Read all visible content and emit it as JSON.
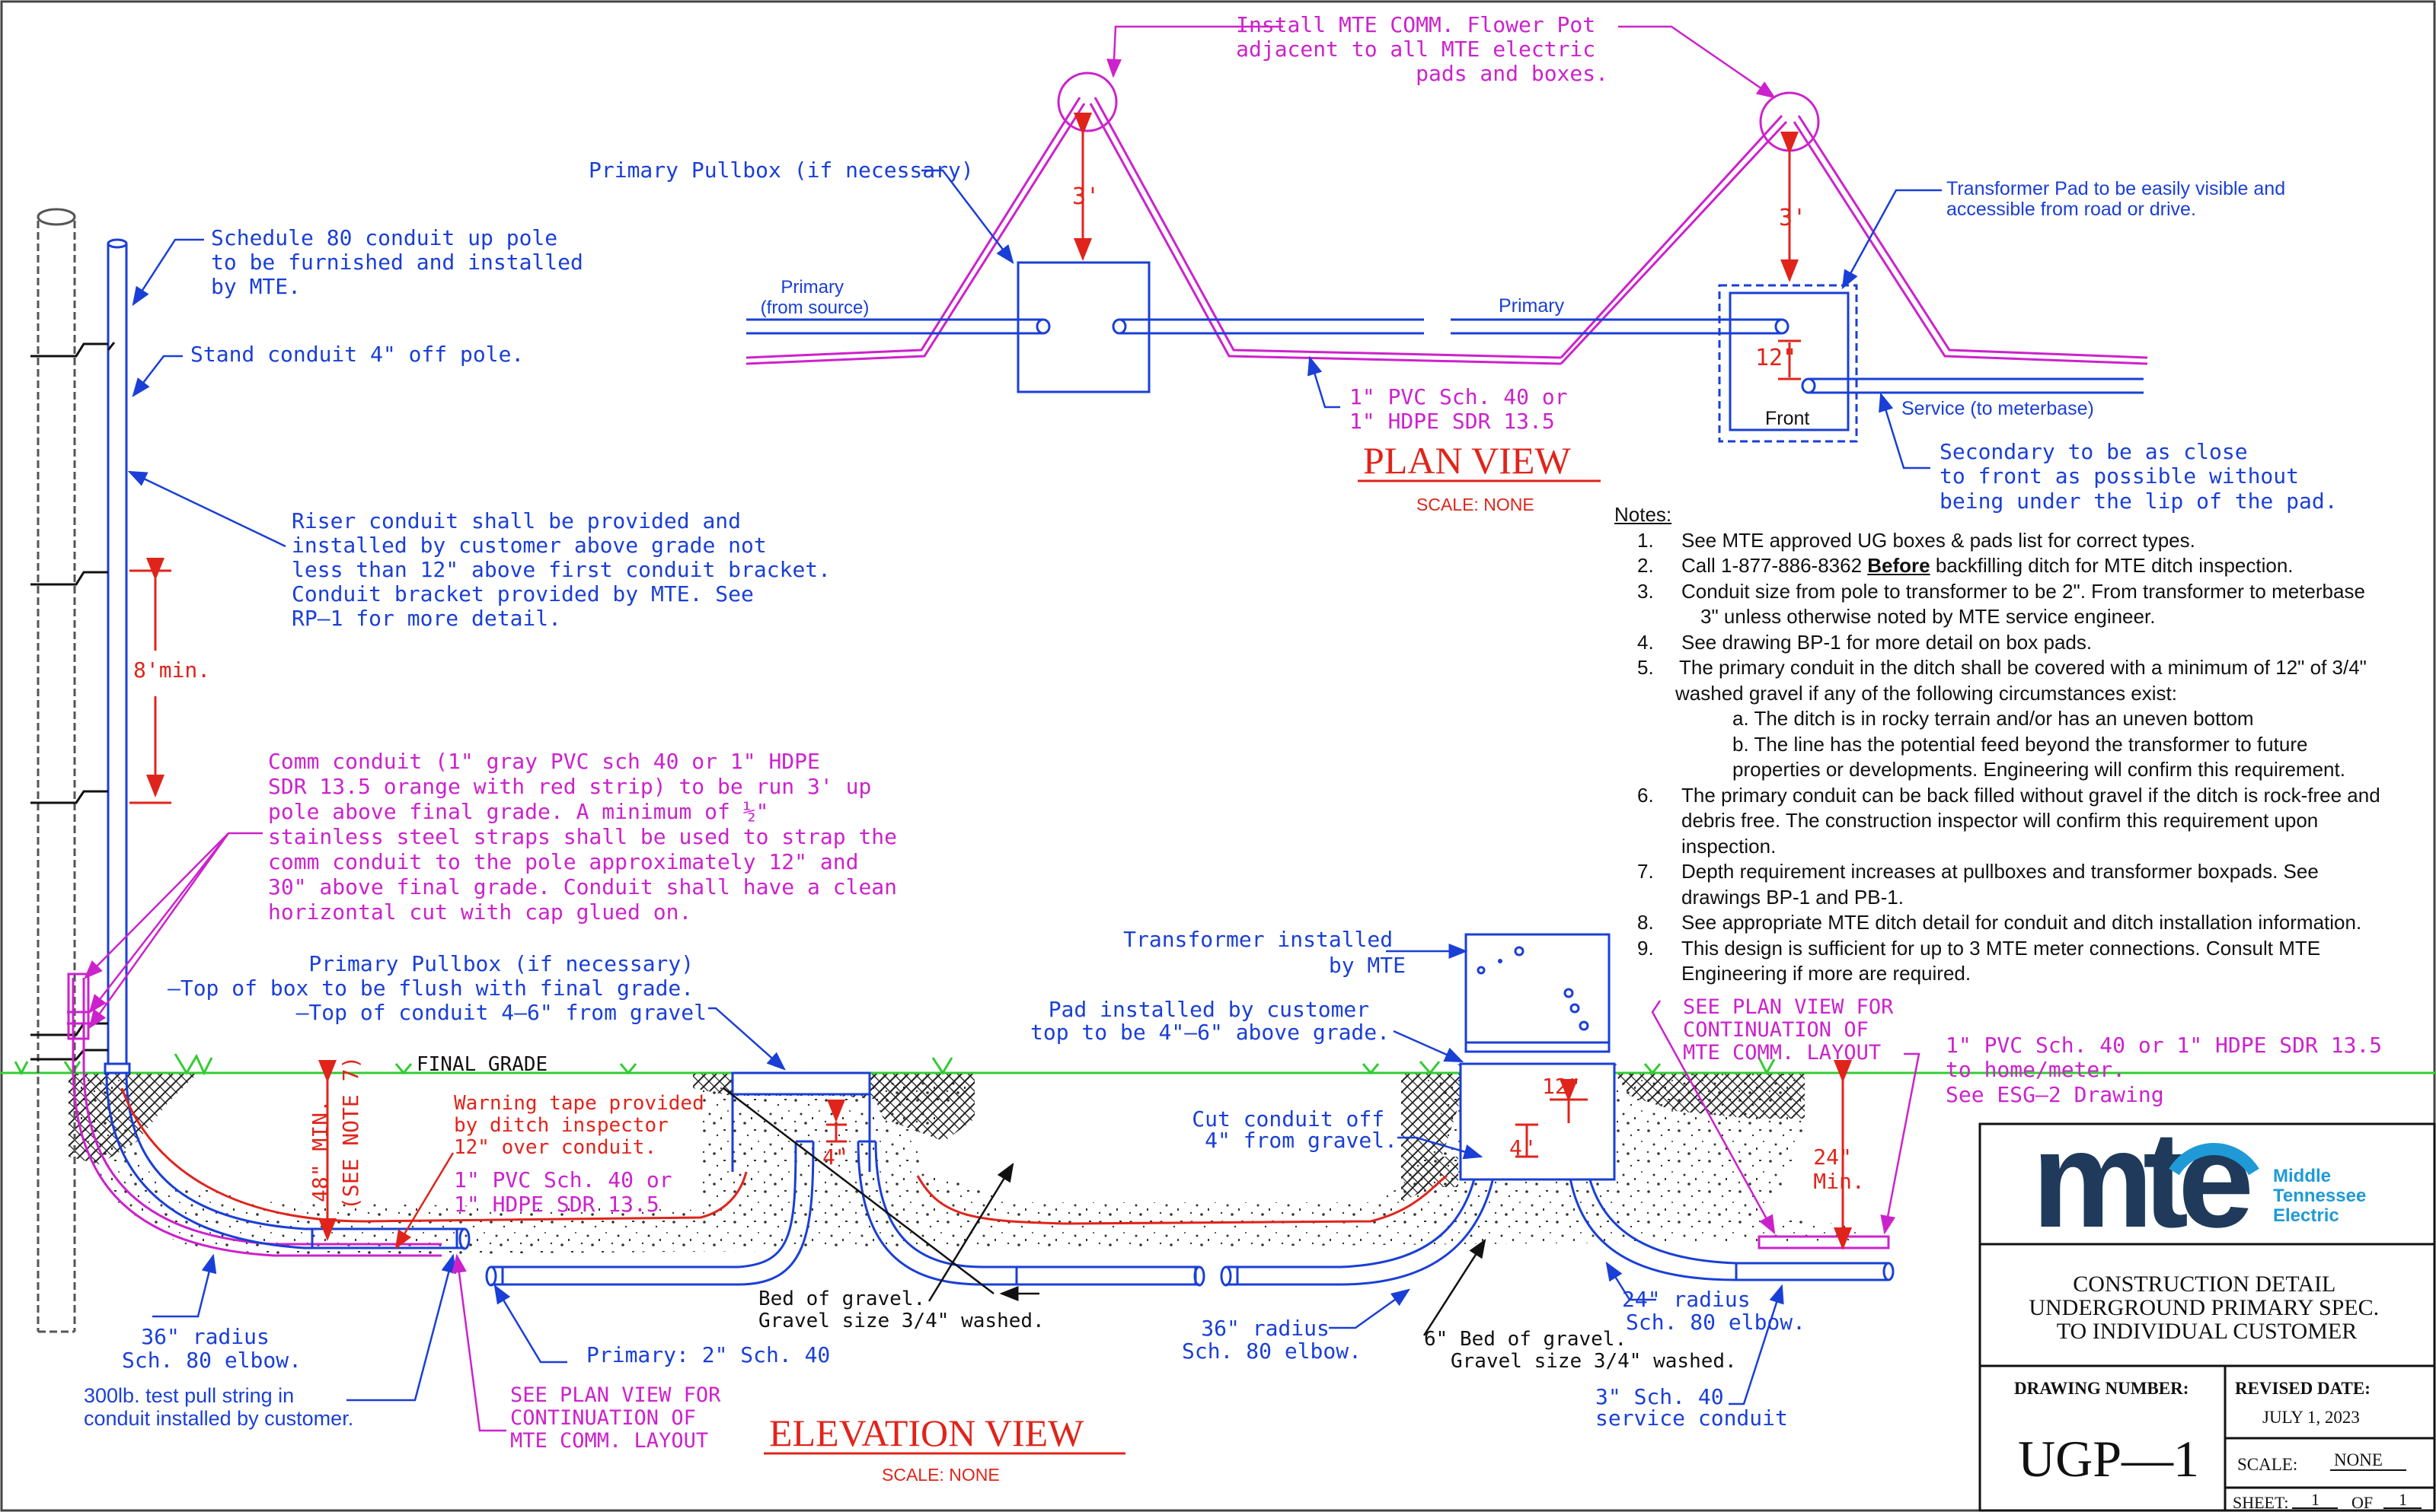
{
  "plan_view": {
    "title": "PLAN VIEW",
    "scale": "SCALE: NONE",
    "flower_pot": [
      "Install MTE COMM. Flower Pot",
      "adjacent to all MTE electric",
      "pads and boxes."
    ],
    "primary_pullbox": "Primary Pullbox (if necessary)",
    "primary_from_source": [
      "Primary",
      "(from source)"
    ],
    "dim_3ft_left": "3'",
    "dim_3ft_right": "3'",
    "primary_label": "Primary",
    "pvc_callout": [
      "1\" PVC Sch. 40 or",
      "1\" HDPE SDR 13.5"
    ],
    "transformer_pad": [
      "Transformer Pad to be easily visible and",
      "accessible from road or drive."
    ],
    "dim_12in": "12\"",
    "front": "Front",
    "service": "Service (to meterbase)",
    "secondary": [
      "Secondary to be as close",
      "to front as possible without",
      "being under the lip of the pad."
    ]
  },
  "elevation_view": {
    "title": "ELEVATION VIEW",
    "scale": "SCALE: NONE",
    "schedule80": [
      "Schedule 80 conduit up pole",
      "to be furnished and installed",
      "by MTE."
    ],
    "stand_conduit": "Stand conduit 4\" off pole.",
    "riser": [
      "Riser conduit shall be provided and",
      "installed by customer above grade not",
      "less than 12\" above first conduit bracket.",
      "Conduit bracket provided by MTE. See",
      "RP—1 for more detail."
    ],
    "dim_8min": "8'min.",
    "comm_conduit": [
      "Comm conduit (1\" gray PVC sch 40 or 1\" HDPE",
      "SDR 13.5 orange with red strip) to be run 3' up",
      "pole above final grade.  A minimum of ½\"",
      "stainless steel straps shall be used to strap the",
      "comm conduit to the pole approximately 12\" and",
      "30\" above final grade. Conduit shall have a clean",
      "horizontal cut with cap glued on."
    ],
    "pullbox": [
      "Primary Pullbox (if necessary)",
      "—Top of box to be flush with final grade.",
      "—Top of conduit 4—6\" from gravel"
    ],
    "final_grade": "FINAL GRADE",
    "warning_tape": [
      "Warning tape provided",
      "by ditch inspector",
      "12\" over conduit."
    ],
    "dim_48min": "48\" MIN.",
    "see_note7": "(SEE NOTE 7)",
    "pvc_callout": [
      "1\" PVC Sch. 40 or",
      "1\" HDPE SDR 13.5"
    ],
    "dim_4in_left": "4\"",
    "bed_of_gravel": [
      "Bed of gravel.",
      "Gravel size 3/4\" washed."
    ],
    "radius36_left": [
      "36\" radius",
      "Sch. 80 elbow."
    ],
    "pull_string": [
      "300lb. test pull string in",
      "conduit installed by customer."
    ],
    "see_plan_left": [
      "SEE PLAN VIEW FOR",
      "CONTINUATION OF",
      "MTE COMM. LAYOUT"
    ],
    "primary_2in": "Primary: 2\" Sch. 40",
    "transformer_installed": [
      "Transformer installed",
      "by MTE"
    ],
    "pad_installed": [
      "Pad installed by customer",
      "top to be 4\"—6\" above grade."
    ],
    "cut_conduit": [
      "Cut conduit off",
      "4\" from gravel."
    ],
    "dim_12in": "12\"",
    "dim_4in_right": "4\"",
    "see_plan_right": [
      "SEE PLAN VIEW FOR",
      "CONTINUATION OF",
      "MTE COMM. LAYOUT"
    ],
    "pvc_home": [
      "1\" PVC Sch. 40 or 1\" HDPE SDR 13.5",
      "to home/meter.",
      "See ESG—2 Drawing"
    ],
    "dim_24min": [
      "24\"",
      "Min."
    ],
    "radius36_mid": [
      "36\" radius",
      "Sch. 80 elbow."
    ],
    "bed6": [
      "6\" Bed of gravel.",
      "Gravel size 3/4\" washed."
    ],
    "radius24": [
      "24\" radius",
      "Sch. 80 elbow."
    ],
    "service3": [
      "3\" Sch. 40",
      "service conduit"
    ]
  },
  "notes": {
    "header": "Notes:",
    "items": [
      {
        "num": "1.",
        "lines": [
          "See MTE approved UG boxes & pads list for correct types."
        ]
      },
      {
        "num": "2.",
        "pre": "Call 1-877-886-8362 ",
        "bold": "Before",
        "post": " backfilling ditch for MTE ditch inspection."
      },
      {
        "num": "3.",
        "lines": [
          "Conduit size from pole to transformer to be 2\". From transformer to meterbase",
          "3\" unless otherwise noted by MTE service engineer."
        ]
      },
      {
        "num": "4.",
        "lines": [
          "See drawing BP-1 for more detail on box pads."
        ]
      },
      {
        "num": "5.",
        "lines": [
          "The primary conduit in the ditch shall be covered with a minimum of 12\" of 3/4\"",
          "washed gravel if any of the following circumstances exist:"
        ]
      },
      {
        "num": "",
        "sub": true,
        "lines": [
          "a. The ditch is in rocky terrain and/or has an uneven bottom"
        ]
      },
      {
        "num": "",
        "sub": true,
        "lines": [
          "b. The line has the potential feed beyond the transformer to future",
          "properties or developments. Engineering will confirm this requirement."
        ]
      },
      {
        "num": "6.",
        "lines": [
          "The primary conduit can be back filled without gravel if the ditch is rock-free and",
          "debris free. The construction inspector will confirm this requirement upon",
          "inspection."
        ]
      },
      {
        "num": "7.",
        "lines": [
          "Depth requirement increases at pullboxes and transformer boxpads. See",
          "drawings BP-1 and PB-1."
        ]
      },
      {
        "num": "8.",
        "lines": [
          "See appropriate MTE ditch detail for conduit and ditch installation information."
        ]
      },
      {
        "num": "9.",
        "lines": [
          "This design is sufficient for up to 3 MTE meter connections. Consult MTE",
          "Engineering if more are required."
        ]
      }
    ]
  },
  "title_block": {
    "logo_text": "mte",
    "company": [
      "Middle",
      "Tennessee",
      "Electric"
    ],
    "title": [
      "CONSTRUCTION DETAIL",
      "UNDERGROUND PRIMARY SPEC.",
      "TO INDIVIDUAL CUSTOMER"
    ],
    "drawing_number_label": "DRAWING NUMBER:",
    "drawing_number": "UGP—1",
    "revised_label": "REVISED DATE:",
    "revised_date": "JULY 1, 2023",
    "scale_label": "SCALE:",
    "scale_value": "NONE",
    "sheet_label": "SHEET:",
    "sheet_num": "1",
    "of_label": "OF",
    "sheet_total": "1"
  },
  "colors": {
    "blue": "#1a3fd6",
    "magenta": "#cc22cc",
    "red": "#e0241b",
    "green": "#33cc33",
    "navy": "#1f3a5a",
    "teal": "#1f9ad6"
  }
}
